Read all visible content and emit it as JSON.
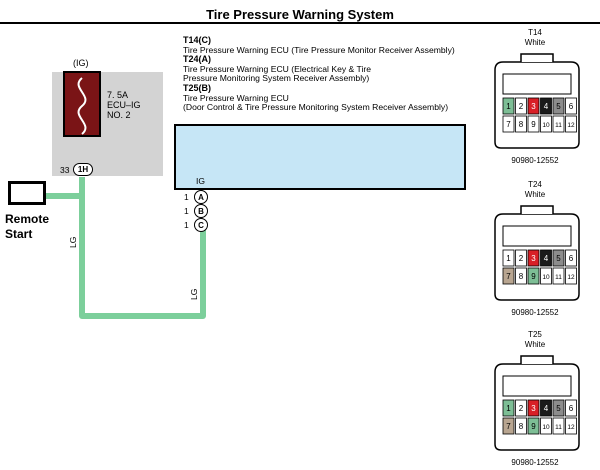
{
  "title": "Tire Pressure Warning System",
  "fuse": {
    "ig_label": "(IG)",
    "lines": [
      "7. 5A",
      "ECU–IG",
      "NO. 2"
    ],
    "pin_number": "33",
    "junction_label": "1H"
  },
  "ecu": {
    "entries": [
      {
        "code": "T14(C)",
        "desc": [
          "Tire Pressure Warning ECU (Tire Pressure Monitor Receiver Assembly)"
        ]
      },
      {
        "code": "T24(A)",
        "desc": [
          "Tire Pressure Warning ECU (Electrical Key & Tire",
          "Pressure Monitoring System Receiver Assembly)"
        ]
      },
      {
        "code": "T25(B)",
        "desc": [
          "Tire Pressure Warning ECU",
          "(Door Control & Tire Pressure Monitoring System Receiver Assembly)"
        ]
      }
    ],
    "terminal_label": "IG",
    "pins": [
      {
        "num": "1",
        "letter": "A"
      },
      {
        "num": "1",
        "letter": "B"
      },
      {
        "num": "1",
        "letter": "C"
      }
    ]
  },
  "remote_start": {
    "label_line1": "Remote",
    "label_line2": "Start"
  },
  "wires": {
    "left_label": "LG",
    "right_label": "LG",
    "color": "#7ccf9b"
  },
  "colors": {
    "fuse_box": "#d3d3d3",
    "fuse_body": "#7a1416",
    "ecu_fill": "#c6e6f6",
    "pin_green": "#7dbe95",
    "pin_red": "#d81f26",
    "pin_black": "#1a1a1a",
    "pin_gray": "#8c8c8c",
    "pin_tan": "#b8a590"
  },
  "connectors": [
    {
      "name": "T14",
      "color_label": "White",
      "part": "90980-12552",
      "pins": [
        {
          "label": "1",
          "color": "green"
        },
        {
          "label": "2",
          "color": "white"
        },
        {
          "label": "3",
          "color": "red"
        },
        {
          "label": "4",
          "color": "black"
        },
        {
          "label": "5",
          "color": "gray"
        },
        {
          "label": "6",
          "color": "white"
        },
        {
          "label": "7",
          "color": "white"
        },
        {
          "label": "8",
          "color": "white"
        },
        {
          "label": "9",
          "color": "white"
        },
        {
          "label": "10",
          "color": "white"
        },
        {
          "label": "11",
          "color": "white"
        },
        {
          "label": "12",
          "color": "white"
        }
      ]
    },
    {
      "name": "T24",
      "color_label": "White",
      "part": "90980-12552",
      "pins": [
        {
          "label": "1",
          "color": "white"
        },
        {
          "label": "2",
          "color": "white"
        },
        {
          "label": "3",
          "color": "red"
        },
        {
          "label": "4",
          "color": "black"
        },
        {
          "label": "5",
          "color": "gray"
        },
        {
          "label": "6",
          "color": "white"
        },
        {
          "label": "7",
          "color": "tan"
        },
        {
          "label": "8",
          "color": "white"
        },
        {
          "label": "9",
          "color": "green"
        },
        {
          "label": "10",
          "color": "white"
        },
        {
          "label": "11",
          "color": "white"
        },
        {
          "label": "12",
          "color": "white"
        }
      ]
    },
    {
      "name": "T25",
      "color_label": "White",
      "part": "90980-12552",
      "pins": [
        {
          "label": "1",
          "color": "green"
        },
        {
          "label": "2",
          "color": "white"
        },
        {
          "label": "3",
          "color": "red"
        },
        {
          "label": "4",
          "color": "black"
        },
        {
          "label": "5",
          "color": "gray"
        },
        {
          "label": "6",
          "color": "white"
        },
        {
          "label": "7",
          "color": "tan"
        },
        {
          "label": "8",
          "color": "white"
        },
        {
          "label": "9",
          "color": "green"
        },
        {
          "label": "10",
          "color": "white"
        },
        {
          "label": "11",
          "color": "white"
        },
        {
          "label": "12",
          "color": "white"
        }
      ]
    }
  ]
}
